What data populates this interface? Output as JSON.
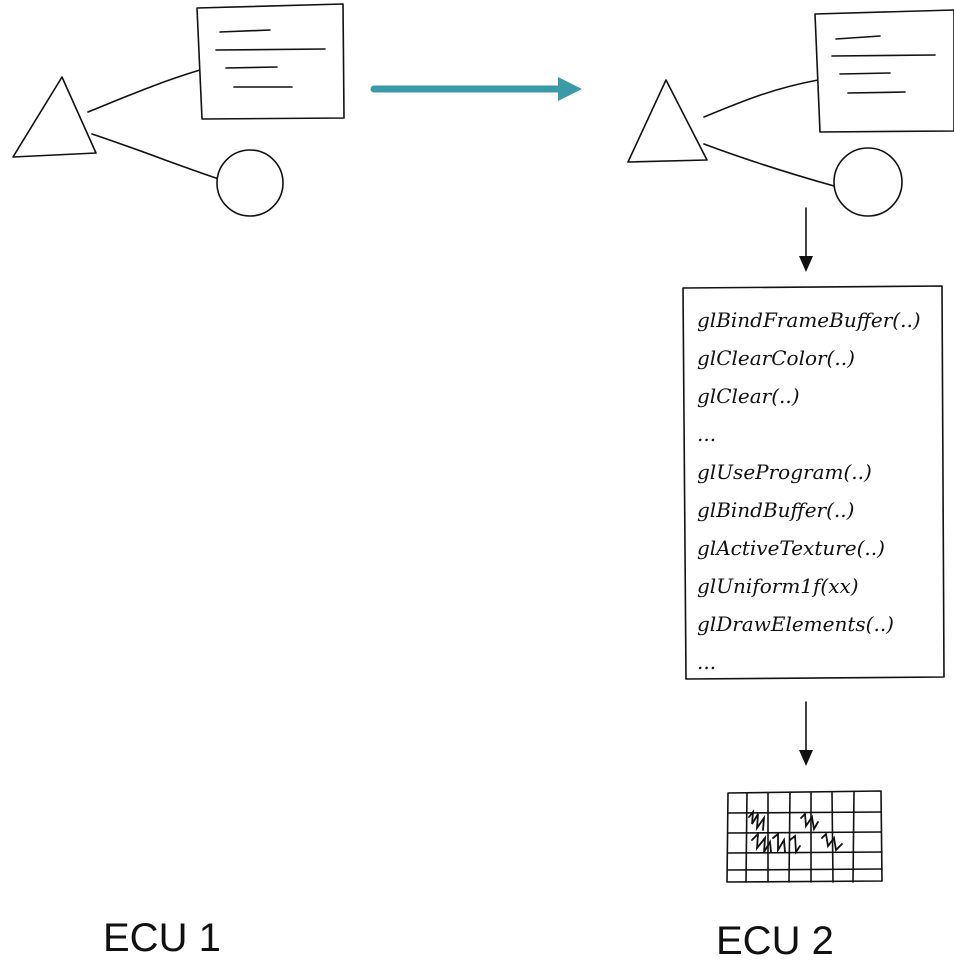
{
  "labels": {
    "ecu1": "ECU 1",
    "ecu2": "ECU 2"
  },
  "gl_commands": [
    "glBindFrameBuffer(..)",
    "glClearColor(..)",
    "glClear(..)",
    "...",
    "glUseProgram(..)",
    "glBindBuffer(..)",
    "glActiveTexture(..)",
    "glUniform1f(xx)",
    "glDrawElements(..)",
    "..."
  ],
  "colors": {
    "transfer_arrow": "#3a9aa8",
    "ink": "#111111"
  },
  "icons": {
    "scene_graph_ecu1": "scene-graph-icon",
    "scene_graph_ecu2": "scene-graph-icon",
    "transfer_arrow": "arrow-right-icon",
    "down_arrow": "arrow-down-icon",
    "framebuffer": "pixel-grid-icon"
  }
}
